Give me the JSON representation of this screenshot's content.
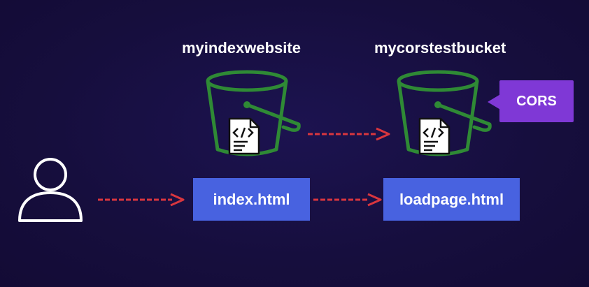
{
  "buckets": [
    {
      "title": "myindexwebsite"
    },
    {
      "title": "mycorstestbucket"
    }
  ],
  "pages": [
    {
      "label": "index.html"
    },
    {
      "label": "loadpage.html"
    }
  ],
  "cors_badge": {
    "label": "CORS"
  },
  "file_icon_glyph": "</>",
  "colors": {
    "background": "#170f3f",
    "bucket_stroke": "#2f8a35",
    "page_box": "#4862e0",
    "cors_badge": "#7f38d6",
    "arrow": "#d9363e",
    "user_icon": "#ffffff"
  },
  "icons": {
    "user": "user-icon",
    "bucket": "bucket-icon",
    "file": "code-file-icon",
    "arrow": "arrow-right-icon"
  }
}
